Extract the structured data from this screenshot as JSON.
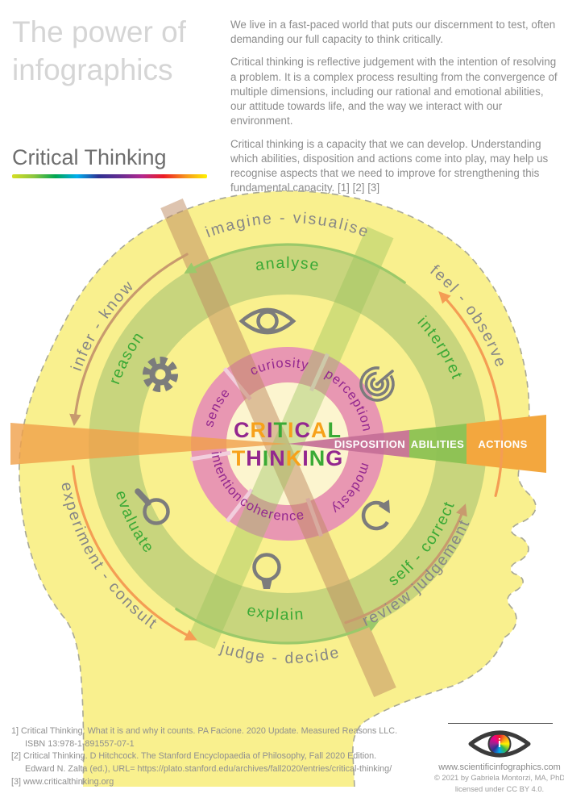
{
  "header": {
    "title_line1": "The power of",
    "title_line2": "infographics",
    "subtitle": "Critical Thinking"
  },
  "intro": {
    "p1": "We live in a fast-paced world that puts our discernment to test, often demanding our full capacity to think critically.",
    "p2": "Critical thinking is reflective judgement with the intention of resolving a problem. It is a complex process resulting from the convergence of multiple dimensions, including our rational and emotional abilities, our attitude towards life, and the way we interact with our environment.",
    "p3": "Critical thinking is a capacity that we can develop. Understanding which abilities, disposition and actions come into play, may help us recognise aspects that we need to improve for strengthening this fundamental capacity. [1] [2] [3]"
  },
  "diagram": {
    "center": {
      "line1": [
        {
          "ch": "C",
          "color": "#93278f"
        },
        {
          "ch": "R",
          "color": "#f7a11a"
        },
        {
          "ch": "I",
          "color": "#93278f"
        },
        {
          "ch": "T",
          "color": "#3aaa35"
        },
        {
          "ch": "I",
          "color": "#f7a11a"
        },
        {
          "ch": "C",
          "color": "#93278f"
        },
        {
          "ch": "A",
          "color": "#f7a11a"
        },
        {
          "ch": "L",
          "color": "#3aaa35"
        }
      ],
      "line2": [
        {
          "ch": "T",
          "color": "#f7a11a"
        },
        {
          "ch": "H",
          "color": "#93278f"
        },
        {
          "ch": "I",
          "color": "#3aaa35"
        },
        {
          "ch": "N",
          "color": "#93278f"
        },
        {
          "ch": "K",
          "color": "#f7a11a"
        },
        {
          "ch": "I",
          "color": "#93278f"
        },
        {
          "ch": "N",
          "color": "#3aaa35"
        },
        {
          "ch": "G",
          "color": "#93278f"
        }
      ]
    },
    "axis": {
      "disposition": "DISPOSITION",
      "abilities": "ABILITIES",
      "actions": "ACTIONS"
    },
    "outer_labels": {
      "imagine": "imagine - visualise",
      "feel": "feel - observe",
      "review": "review judgement",
      "judge": "judge - decide",
      "experiment": "experiment - consult",
      "infer": "infer - know"
    },
    "ability_labels": {
      "analyse": "analyse",
      "interpret": "interpret",
      "self_correct": "self - correct",
      "explain": "explain",
      "evaluate": "evaluate",
      "reason": "reason"
    },
    "disposition_labels": {
      "curiosity": "curiosity",
      "perception": "perception",
      "modesty": "modesty",
      "coherence": "coherence",
      "intention": "intention",
      "sense": "sense"
    },
    "icons": [
      "eye-icon",
      "spiral-icon",
      "gear-icon",
      "magnifier-icon",
      "bulb-icon",
      "refresh-icon"
    ]
  },
  "references": {
    "r1_l1": "1] Critical Thinking: What it is and why it counts. PA Facione. 2020 Update. Measured Reasons LLC.",
    "r1_l2": "ISBN 13:978-1-891557-07-1",
    "r2_l1": "[2] Critical Thinking. D Hitchcock. The Stanford Encyclopaedia of Philosophy, Fall 2020 Edition.",
    "r2_l2": "Edward N. Zalta (ed.), URL= https://plato.stanford.edu/archives/fall2020/entries/critical-thinking/",
    "r3": "[3] www.criticalthinking.org"
  },
  "footer": {
    "website": "www.scientificinfographics.com",
    "copyright": "© 2021 by Gabriela Montorzi, MA, PhD",
    "license": "licensed under CC BY 4.0."
  },
  "colors": {
    "head_yellow": "#f9f08e",
    "ring_green": "#c8d57d",
    "ring_pink": "#e897b2",
    "center_cream": "#fcf5cf",
    "wedge_pink": "#c46f97",
    "wedge_green": "#8cc153",
    "wedge_orange": "#f3a73e",
    "accent_green": "#3aa935",
    "accent_purple": "#93278f",
    "accent_orange": "#f7a11a",
    "text_gray": "#868686"
  }
}
